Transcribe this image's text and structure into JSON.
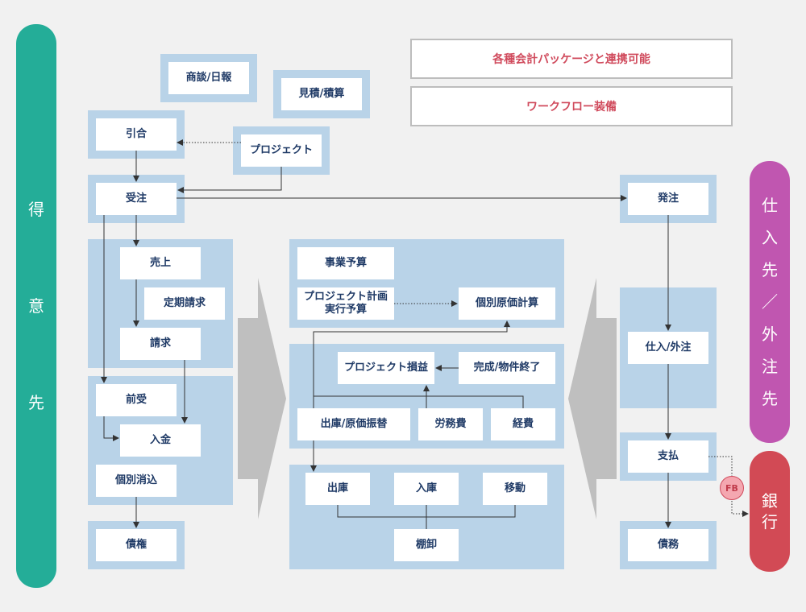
{
  "sides": {
    "customer": {
      "chars": [
        "得",
        "意",
        "先"
      ],
      "color": "#24ad98"
    },
    "supplier": {
      "chars": [
        "仕",
        "入",
        "先",
        "／",
        "外",
        "注",
        "先"
      ],
      "color": "#c056b0"
    },
    "bank": {
      "chars": [
        "銀",
        "行"
      ],
      "color": "#d24a55"
    }
  },
  "notices": {
    "accounting": "各種会計パッケージと連携可能",
    "workflow": "ワークフロー装備"
  },
  "left": {
    "negotiation": "商談/日報",
    "inquiry": "引合",
    "order_received": "受注",
    "sales": "売上",
    "periodic_billing": "定期請求",
    "billing": "請求",
    "advance": "前受",
    "payment_in": "入金",
    "individual_clearing": "個別消込",
    "receivables": "債権"
  },
  "top": {
    "estimate": "見積/積算",
    "project": "プロジェクト"
  },
  "center": {
    "business_budget": "事業予算",
    "project_plan": "プロジェクト計画",
    "execution_budget": "実行予算",
    "individual_cost": "個別原価計算",
    "project_pl": "プロジェクト損益",
    "completion": "完成/物件終了",
    "shipping_transfer": "出庫/原価振替",
    "labor_cost": "労務費",
    "expenses": "経費",
    "stock_out": "出庫",
    "stock_in": "入庫",
    "transfer": "移動",
    "inventory": "棚卸"
  },
  "right": {
    "order_placed": "発注",
    "purchase_outsource": "仕入/外注",
    "payment_out": "支払",
    "fb": "FB",
    "payables": "債務"
  },
  "colors": {
    "band": "#b9d3e8",
    "box_text": "#1f3a66",
    "notice_text": "#d04a5c",
    "arrow": "#bfbfbf"
  }
}
